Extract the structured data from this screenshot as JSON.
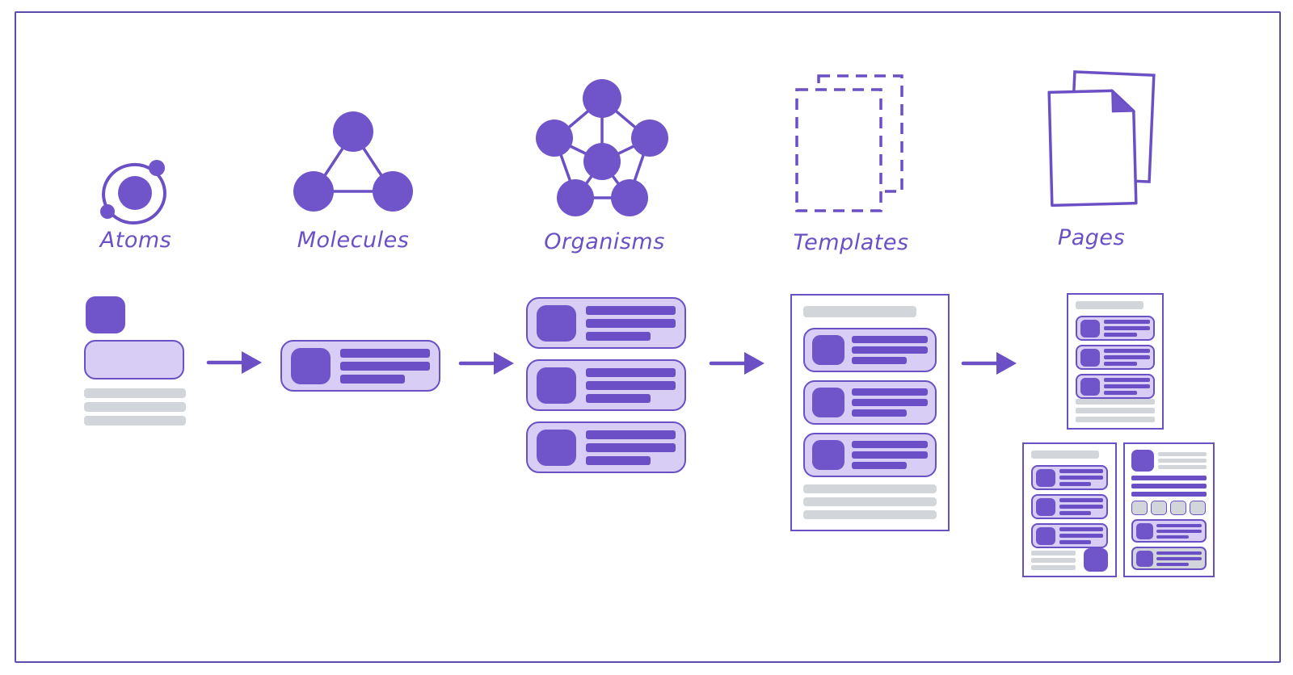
{
  "diagram": {
    "stages": [
      {
        "label": "Atoms",
        "icon": "atom-icon"
      },
      {
        "label": "Molecules",
        "icon": "molecule-icon"
      },
      {
        "label": "Organisms",
        "icon": "organism-icon"
      },
      {
        "label": "Templates",
        "icon": "template-dashed-pages-icon"
      },
      {
        "label": "Pages",
        "icon": "pages-icon"
      }
    ],
    "arrow_count": 4
  },
  "colors": {
    "accent_purple": "#6f55c9",
    "bar_purple": "#6a4fc6",
    "lavender_fill": "#d8cdf4",
    "outline_purple": "#6950c5",
    "placeholder_gray": "#d2d6da",
    "frame_border": "#5c4bab",
    "label_text": "#6b50c5"
  }
}
